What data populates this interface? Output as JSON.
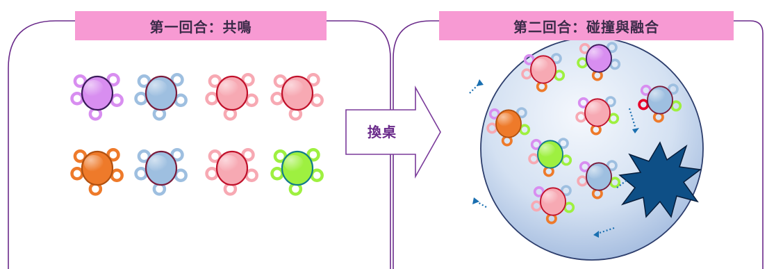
{
  "round1": {
    "title": "第一回合：共鳴"
  },
  "round2": {
    "title": "第二回合：碰撞與融合"
  },
  "transition": {
    "label": "換桌"
  },
  "palette": {
    "frame": "#6a2a8a",
    "label_bg": "#f79ad3",
    "purple": "#d88ef0",
    "blue": "#9ebfe0",
    "pink": "#f7a9b3",
    "orange": "#ee7a2a",
    "green": "#9ef040",
    "red": "#e8002a",
    "burst": "#0e4f86",
    "sphere_edge": "#2c3d6c"
  },
  "icons": [
    "molecule-icon",
    "sphere-icon",
    "explosion-icon",
    "motion-arrow-icon",
    "block-arrow-icon"
  ]
}
